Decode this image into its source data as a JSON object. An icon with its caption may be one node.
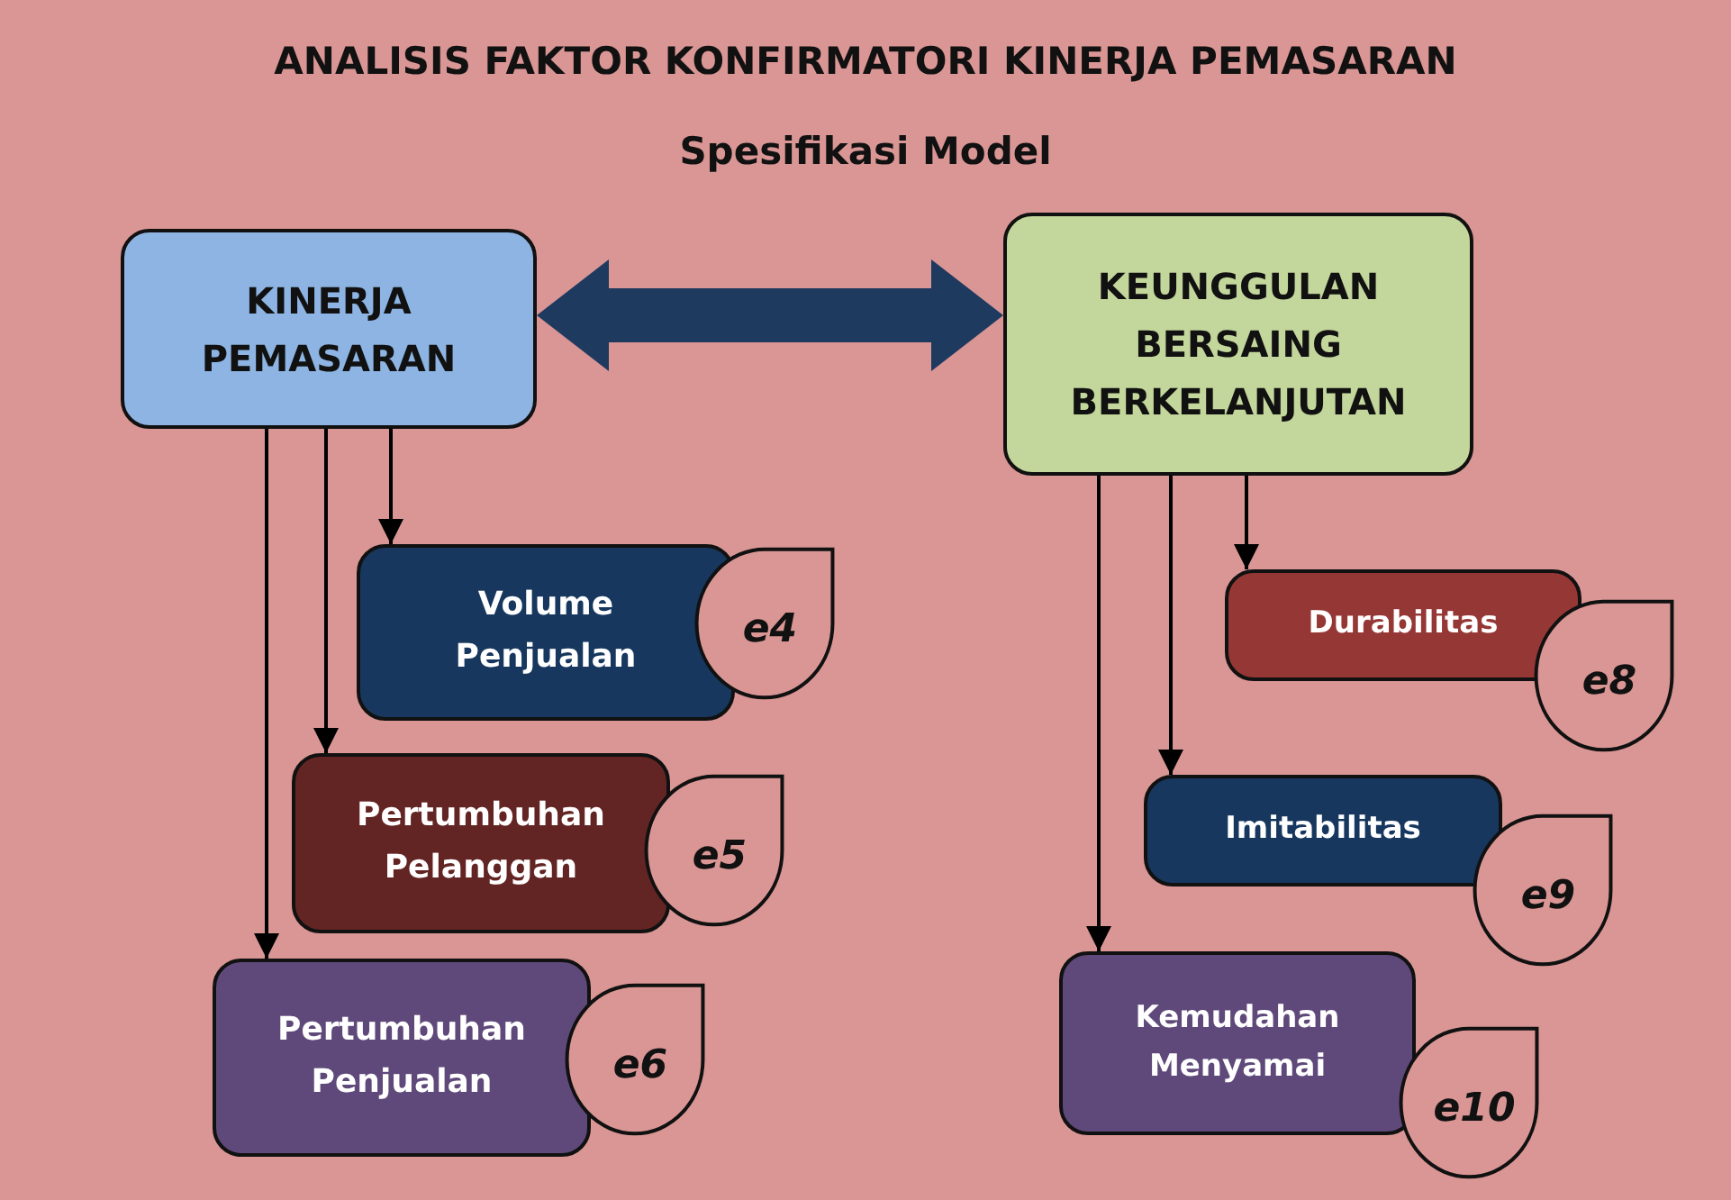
{
  "diagram": {
    "title": "ANALISIS FAKTOR KONFIRMATORI KINERJA PEMASARAN",
    "caption": "Spesifikasi Model",
    "nodes": [
      {
        "text": [
          "KINERJA PEMASARAN"
        ]
      },
      {
        "text": [
          "KEUNGGULAN BERSAING BERKELANJUTAN"
        ]
      },
      {
        "text": [
          "Volume Penjualan"
        ]
      },
      {
        "text": [
          "e4"
        ]
      },
      {
        "text": [
          "Durabilitas"
        ]
      },
      {
        "text": [
          "e8"
        ]
      },
      {
        "text": [
          "Pertumbuhan Pelanggan"
        ]
      },
      {
        "text": [
          "e5"
        ]
      },
      {
        "text": [
          "Imitabilitas"
        ]
      },
      {
        "text": [
          "e9"
        ]
      },
      {
        "text": [
          "Pertumbuhan Penjualan"
        ]
      },
      {
        "text": [
          "e6"
        ]
      },
      {
        "text": [
          "Kemudahan Menyamai"
        ]
      },
      {
        "text": [
          "e10"
        ]
      }
    ],
    "edges": [
      {
        "from": 0,
        "to": 1,
        "arrow": "both",
        "style": "thick",
        "color": "#1f3a5f"
      },
      {
        "from": 0,
        "to": 2,
        "arrow": "to"
      },
      {
        "from": 0,
        "to": 6,
        "arrow": "to"
      },
      {
        "from": 0,
        "to": 10,
        "arrow": "to"
      },
      {
        "from": 1,
        "to": 4,
        "arrow": "to"
      },
      {
        "from": 1,
        "to": 8,
        "arrow": "to"
      },
      {
        "from": 1,
        "to": 12,
        "arrow": "to"
      }
    ]
  }
}
